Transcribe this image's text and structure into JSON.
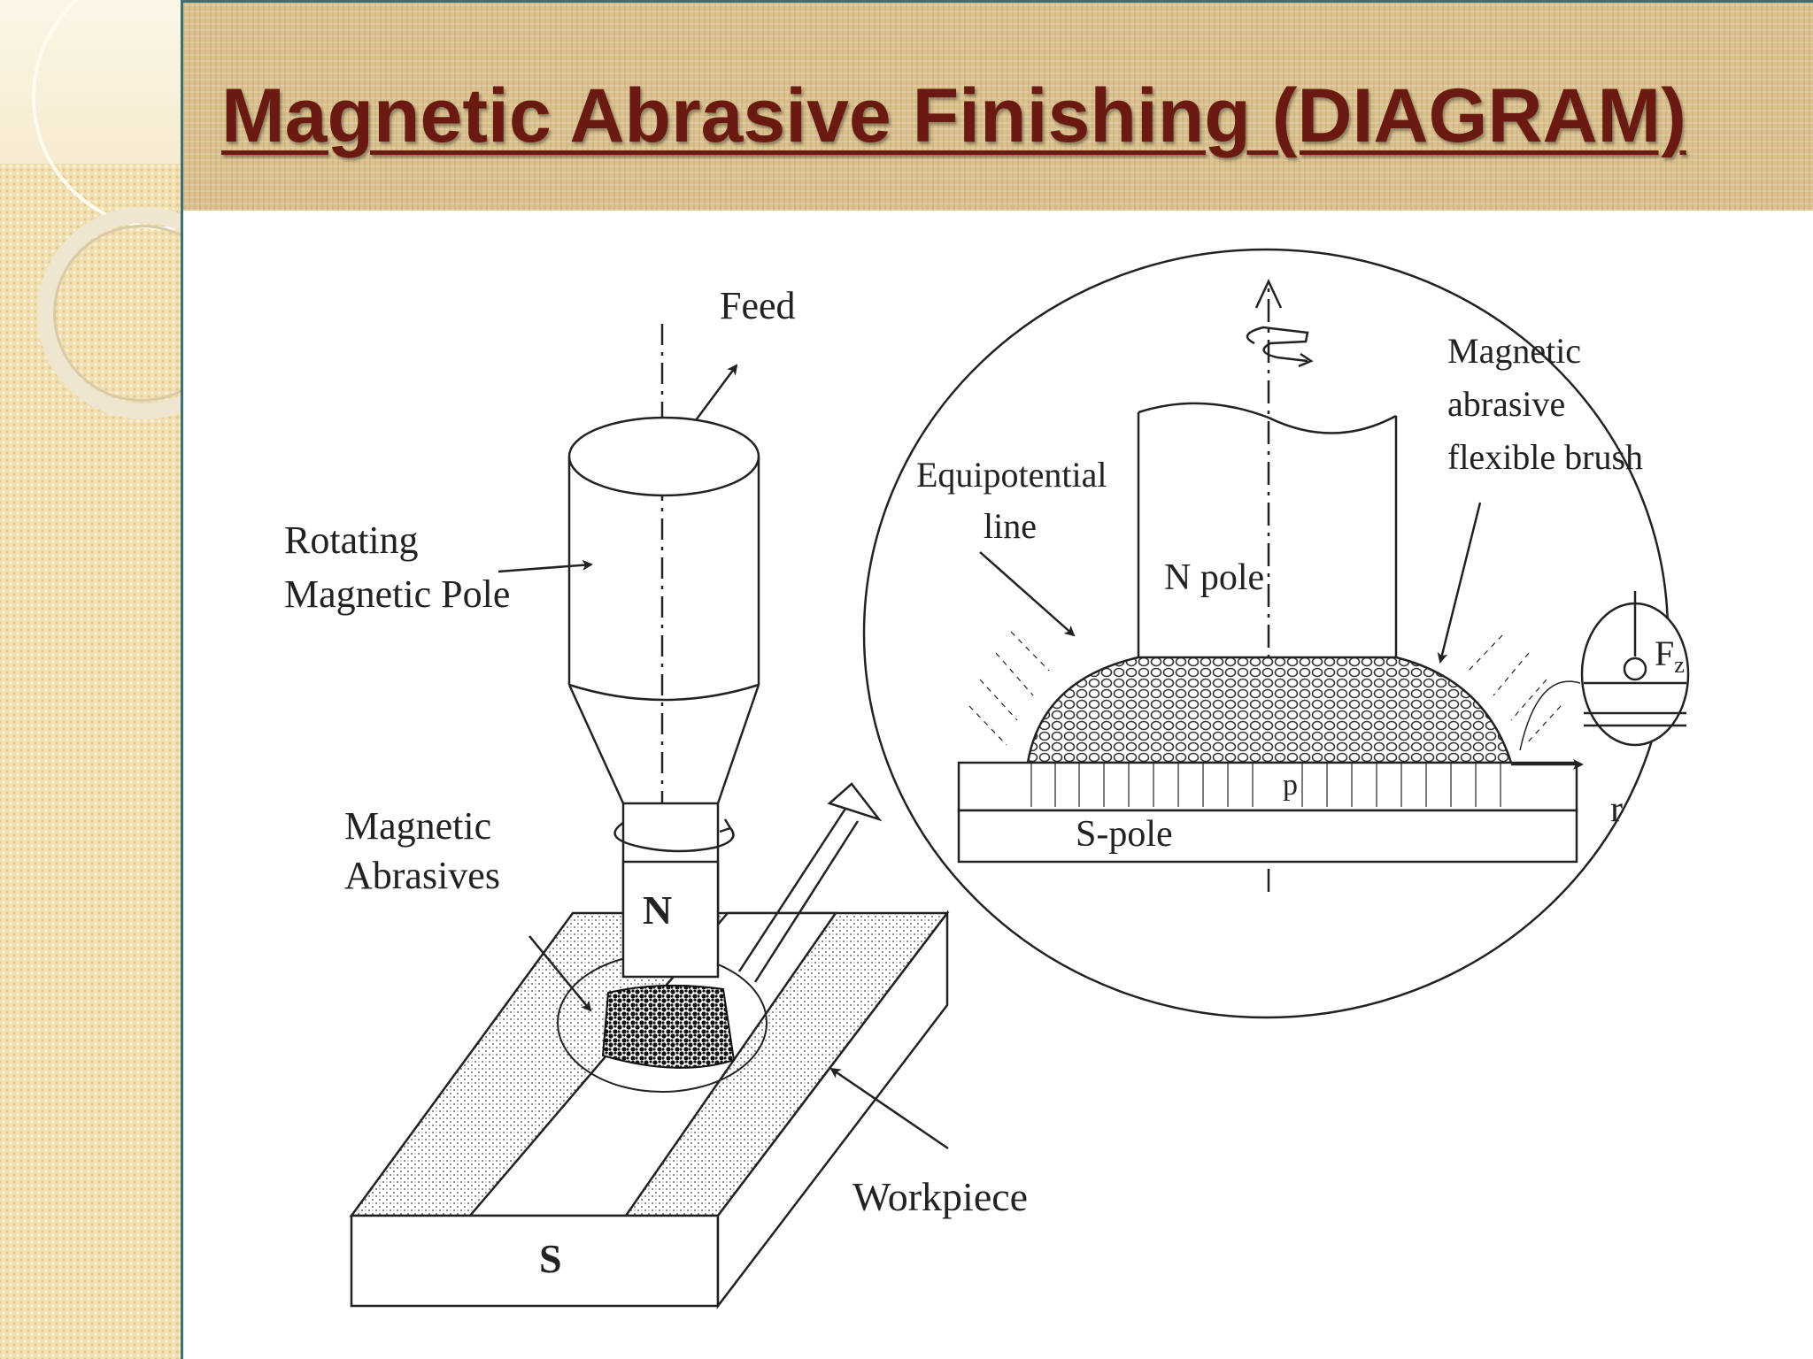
{
  "slide": {
    "title": "Magnetic Abrasive Finishing (DIAGRAM)"
  },
  "diagram": {
    "left": {
      "feed": "Feed",
      "rotating_pole_line1": "Rotating",
      "rotating_pole_line2": "Magnetic Pole",
      "abrasives_line1": "Magnetic",
      "abrasives_line2": "Abrasives",
      "n_label": "N",
      "s_label": "S",
      "workpiece": "Workpiece"
    },
    "right": {
      "equipotential_line1": "Equipotential",
      "equipotential_line2": "line",
      "brush_line1": "Magnetic",
      "brush_line2": "abrasive",
      "brush_line3": "flexible brush",
      "n_pole": "N pole",
      "s_pole": "S-pole",
      "r_axis": "r",
      "p_mark": "p",
      "fz": "F",
      "fz_sub": "z"
    }
  },
  "colors": {
    "title": "#6a1a10",
    "divider": "#3c6f70",
    "line": "#222222"
  }
}
